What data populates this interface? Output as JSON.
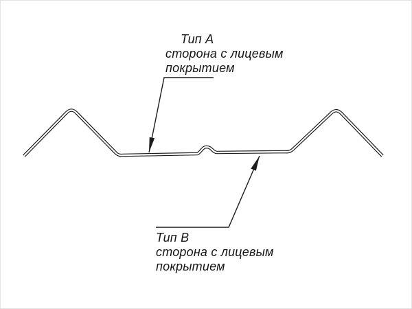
{
  "labels": {
    "type_a": {
      "title": "Тип А",
      "line1": "сторона с лицевым",
      "line2": "покрытием"
    },
    "type_b": {
      "title": "Тип В",
      "line1": "сторона с лицевым",
      "line2": "покрытием"
    }
  },
  "colors": {
    "line": "#1d1d1d",
    "background": "#ffffff"
  }
}
